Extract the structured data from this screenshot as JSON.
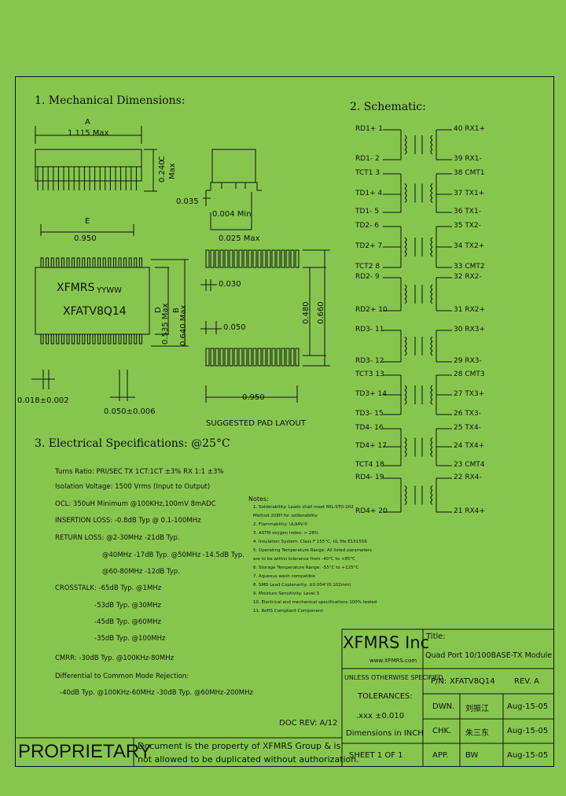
{
  "sections": {
    "mechanical": "1. Mechanical Dimensions:",
    "schematic": "2. Schematic:",
    "electrical": "3. Electrical Specifications: @25°C"
  },
  "dimensions": {
    "a_label": "A",
    "a_value": "1.115 Max",
    "c_label": "C",
    "c_value": "0.240",
    "c_max": "Max",
    "e_label": "E",
    "e_value": "0.950",
    "d_label": "D",
    "d_value": "0.535 Max",
    "b_label": "B",
    "b_value": "0.640 Max",
    "lead_035": "0.035",
    "lead_004": "0.004 Min",
    "lead_025": "0.025 Max",
    "pitch_018": "0.018±0.002",
    "pitch_050": "0.050±0.006",
    "pad_030": "0.030",
    "pad_050": "0.050",
    "pad_480": "0.480",
    "pad_660": "0.660",
    "pad_950": "0.950",
    "pad_layout_caption": "SUGGESTED PAD LAYOUT"
  },
  "part_marking": {
    "brand": "XFMRS",
    "datecode": "YYWW",
    "part": "XFATV8Q14"
  },
  "schematic_pins_left": [
    {
      "name": "RD1+",
      "num": "1"
    },
    {
      "name": "RD1-",
      "num": "2"
    },
    {
      "name": "TCT1",
      "num": "3"
    },
    {
      "name": "TD1+",
      "num": "4"
    },
    {
      "name": "TD1-",
      "num": "5"
    },
    {
      "name": "TD2-",
      "num": "6"
    },
    {
      "name": "TD2+",
      "num": "7"
    },
    {
      "name": "TCT2",
      "num": "8"
    },
    {
      "name": "RD2-",
      "num": "9"
    },
    {
      "name": "RD2+",
      "num": "10"
    },
    {
      "name": "RD3-",
      "num": "11"
    },
    {
      "name": "RD3-",
      "num": "12"
    },
    {
      "name": "TCT3",
      "num": "13"
    },
    {
      "name": "TD3+",
      "num": "14"
    },
    {
      "name": "TD3-",
      "num": "15"
    },
    {
      "name": "TD4-",
      "num": "16"
    },
    {
      "name": "TD4+",
      "num": "17"
    },
    {
      "name": "TCT4",
      "num": "18"
    },
    {
      "name": "RD4-",
      "num": "19"
    },
    {
      "name": "RD4+",
      "num": "20"
    }
  ],
  "schematic_pins_right": [
    {
      "num": "40",
      "name": "RX1+"
    },
    {
      "num": "39",
      "name": "RX1-"
    },
    {
      "num": "38",
      "name": "CMT1"
    },
    {
      "num": "37",
      "name": "TX1+"
    },
    {
      "num": "36",
      "name": "TX1-"
    },
    {
      "num": "35",
      "name": "TX2-"
    },
    {
      "num": "34",
      "name": "TX2+"
    },
    {
      "num": "33",
      "name": "CMT2"
    },
    {
      "num": "32",
      "name": "RX2-"
    },
    {
      "num": "31",
      "name": "RX2+"
    },
    {
      "num": "30",
      "name": "RX3+"
    },
    {
      "num": "29",
      "name": "RX3-"
    },
    {
      "num": "28",
      "name": "CMT3"
    },
    {
      "num": "27",
      "name": "TX3+"
    },
    {
      "num": "26",
      "name": "TX3-"
    },
    {
      "num": "25",
      "name": "TX4-"
    },
    {
      "num": "24",
      "name": "TX4+"
    },
    {
      "num": "23",
      "name": "CMT4"
    },
    {
      "num": "22",
      "name": "RX4-"
    },
    {
      "num": "21",
      "name": "RX4+"
    }
  ],
  "electrical": {
    "turns": "Turns Ratio: PRI/SEC TX 1CT:1CT ±3%  RX 1:1 ±3%",
    "isolation": "Isolation Voltage: 1500 Vrms (Input to Output)",
    "ocl": "OCL: 350uH Minimum @100KHz,100mV 8mADC",
    "insertion": "INSERTION LOSS: -0.8dB Typ @ 0.1-100MHz",
    "return1": "RETURN LOSS: @2-30MHz  -21dB Typ.",
    "return2": "@40MHz  -17dB Typ. @50MHz  -14.5dB Typ.",
    "return3": "@60-80MHz  -12dB Typ.",
    "crosstalk1": "CROSSTALK: -65dB Typ. @1MHz",
    "crosstalk2": "-53dB Typ. @30MHz",
    "crosstalk3": "-45dB Typ. @60MHz",
    "crosstalk4": "-35dB Typ. @100MHz",
    "cmrr": "CMRR: -30dB Typ. @100KHz-80MHz",
    "diff_title": "Differential to Common Mode Rejection:",
    "diff_values": "-40dB Typ. @100KHz-60MHz   -30dB Typ. @60MHz-200MHz"
  },
  "notes": {
    "title": "Notes:",
    "items": [
      "1. Solderability: Leads shall meet MIL-STD-202",
      "   Method 208H for solderability",
      "2. Flammability: UL94V-0",
      "3. ASTM oxygen index: > 28%",
      "4. Insulation System: Class F 155°C, UL file E151556",
      "5. Operating Temperature Range: All listed parameters",
      "   are to be within tolerance from -40°C to +85°C",
      "6. Storage Temperature Range: -55°C to +125°C",
      "7. Aqueous wash compatible",
      "8. SMD Lead Coplanarity: ±0.004\"(0.102mm)",
      "9. Moisture Sensitivity: Level 3",
      "10. Electrical and mechanical specifications 100% tested",
      "11. RoHS Compliant Component"
    ]
  },
  "title_block": {
    "company": "XFMRS Inc",
    "website": "www.XFMRS.com",
    "title_label": "Title:",
    "title_value": "Quad Port 10/100BASE-TX Module",
    "unless": "UNLESS OTHERWISE SPECIFIED",
    "tolerances": "TOLERANCES:",
    "tol_value": ".xxx ±0.010",
    "dimensions_in": "Dimensions in INCH",
    "pn_label": "P/N:",
    "pn_value": "XFATV8Q14",
    "rev": "REV. A",
    "dwn_label": "DWN.",
    "dwn_sig": "刘振江",
    "dwn_date": "Aug-15-05",
    "chk_label": "CHK.",
    "chk_sig": "朱三东",
    "chk_date": "Aug-15-05",
    "app_label": "APP.",
    "app_sig": "BW",
    "app_date": "Aug-15-05",
    "sheet": "SHEET 1 OF 1",
    "doc_rev": "DOC REV: A/12"
  },
  "proprietary": {
    "label": "PROPRIETARY",
    "line1": "Document is the property of XFMRS Group & is",
    "line2": "not allowed to be duplicated without authorization."
  }
}
